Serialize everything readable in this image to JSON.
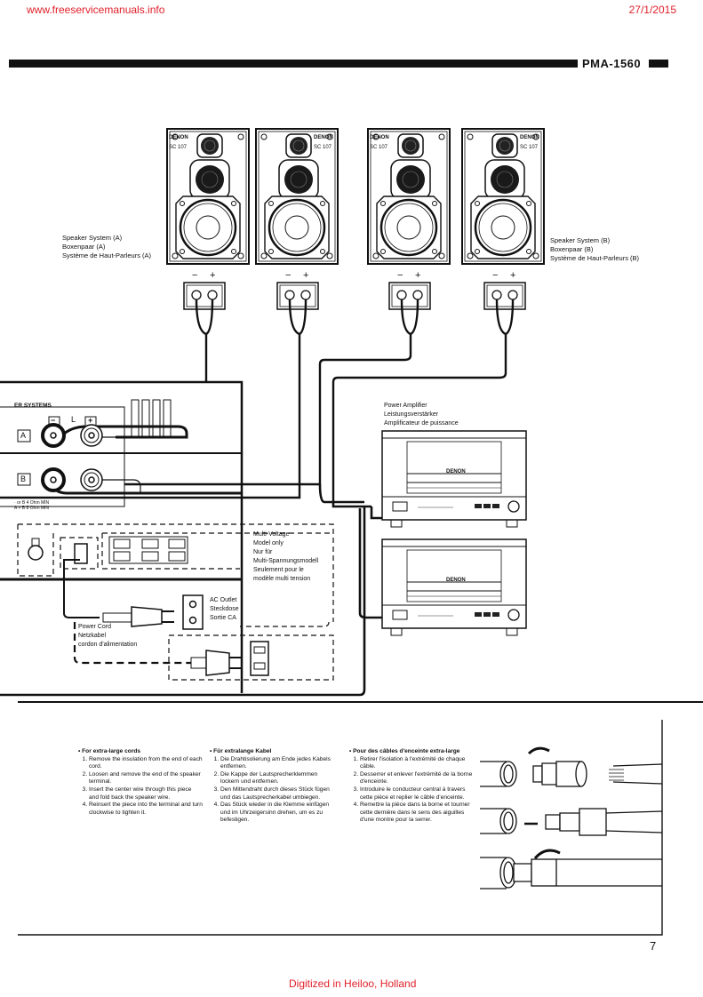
{
  "header": {
    "site": "www.freeservicemanuals.info",
    "date": "27/1/2015",
    "model": "PMA-1560"
  },
  "speakers": {
    "brand": "DENON",
    "model_badge": "SC 107",
    "terminal_minus": "−",
    "terminal_plus": "+",
    "system_a": [
      "Speaker System (A)",
      "Boxenpaar (A)",
      "Système de Haut-Parleurs (A)"
    ],
    "system_b": [
      "Speaker System (B)",
      "Boxenpaar (B)",
      "Système de Haut-Parleurs (B)"
    ]
  },
  "amp_panel": {
    "section_label": "ER SYSTEMS",
    "minus": "−",
    "channel": "L",
    "plus": "+",
    "row_a": "A",
    "row_b": "B",
    "impedance_1": "· or B 4 Ohm MIN",
    "impedance_2": "A + B 8 Ohm MIN"
  },
  "multi_voltage": [
    "Multi-Voltage",
    "Model only",
    "Nur für",
    "Multi-Spannungsmodell",
    "Seulement pour le",
    "modèle multi tension"
  ],
  "ac_outlet": [
    "AC Outlet",
    "Steckdose",
    "Sortie CA"
  ],
  "power_cord": [
    "Power Cord",
    "Netzkabel",
    "cordon d'alimentation"
  ],
  "power_amplifier": {
    "labels": [
      "Power Amplifier",
      "Leistungsverstärker",
      "Amplificateur de puissance"
    ],
    "brand": "DENON"
  },
  "instructions": {
    "en": {
      "title": "For extra-large cords",
      "steps": [
        "Remove the insulation from the end of each cord.",
        "Loosen and remove the end of the speaker terminal.",
        "Insert the center wire through this piece and fold back the speaker wire.",
        "Reinsert the piece into the terminal and turn clockwise to tighten it."
      ]
    },
    "de": {
      "title": "Für extralange Kabel",
      "steps": [
        "Die Drahtisolierung am Ende jedes Kabels entfernen.",
        "Die Kappe der Lautsprecherklemmen lockern und entfernen.",
        "Den Mittendraht durch dieses Stück fügen und das Lautsprecherkabel umbiegen.",
        "Das Stück wieder in die Klemme einfügen und im Uhrzeigersinn drehen, um es zu befestigen."
      ]
    },
    "fr": {
      "title": "Pour des câbles d'enceinte extra-large",
      "steps": [
        "Retirer l'isolation à l'extrémité de chaque câble.",
        "Desserrer et enlever l'extrémité de la borne d'enceinte.",
        "Introduire le conducteur central à travers cette pièce et replier le câble d'enceinte.",
        "Remettre la pièce dans la borne et tourner cette dernière dans le sens des aiguilles d'une montre pour la serrer."
      ]
    }
  },
  "footer": {
    "page_number": "7",
    "digitized": "Digitized in Heiloo, Holland"
  }
}
